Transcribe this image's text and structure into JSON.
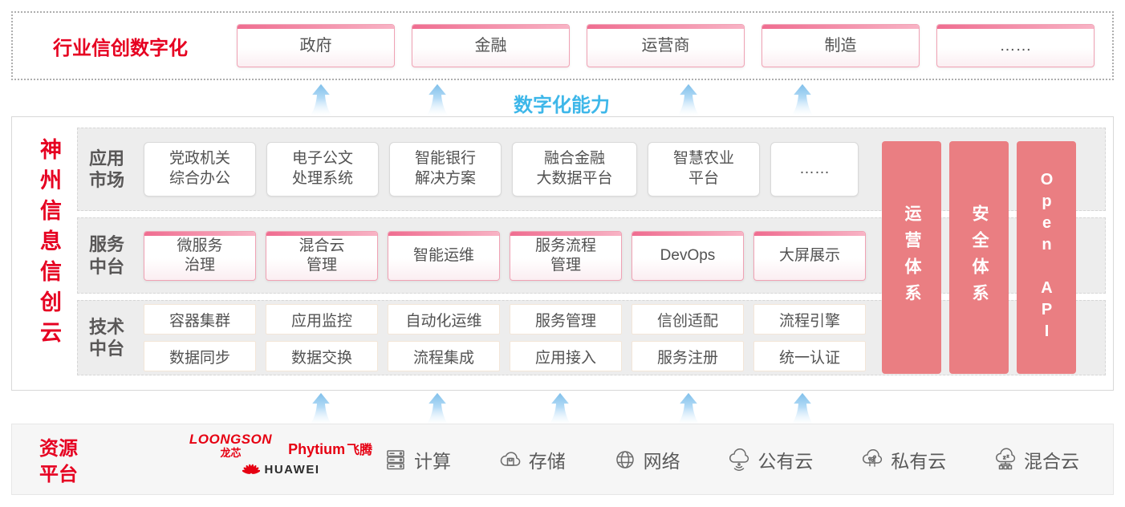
{
  "colors": {
    "brand_red": "#e60021",
    "pillar_salmon": "#ea7e82",
    "pink_border": "#f0a2b4",
    "capability_blue": "#3eb7e9",
    "arrow_blue": "#8ec6ee",
    "row_gray": "#ededed"
  },
  "top_section": {
    "title": "行业信创数字化",
    "industries": [
      {
        "label": "政府"
      },
      {
        "label": "金融"
      },
      {
        "label": "运营商"
      },
      {
        "label": "制造"
      },
      {
        "label": "……"
      }
    ]
  },
  "capability_label": "数字化能力",
  "main": {
    "vertical_title": "神州信息信创云",
    "rows": [
      {
        "label": "应用\n市场",
        "items": [
          "党政机关\n综合办公",
          "电子公文\n处理系统",
          "智能银行\n解决方案",
          "融合金融\n大数据平台",
          "智慧农业\n平台",
          "……"
        ]
      },
      {
        "label": "服务\n中台",
        "items": [
          "微服务\n治理",
          "混合云\n管理",
          "智能运维",
          "服务流程\n管理",
          "DevOps",
          "大屏展示"
        ]
      },
      {
        "label": "技术\n中台",
        "items_top": [
          "容器集群",
          "应用监控",
          "自动化运维",
          "服务管理",
          "信创适配",
          "流程引擎"
        ],
        "items_bottom": [
          "数据同步",
          "数据交换",
          "流程集成",
          "应用接入",
          "服务注册",
          "统一认证"
        ]
      }
    ],
    "pillars": [
      "运营体系",
      "安全体系",
      "Open API"
    ]
  },
  "resource_section": {
    "title": "资源\n平台",
    "vendors": {
      "loongson_name": "LOONGSON",
      "loongson_sub": "龙芯",
      "phytium_name": "Phytium",
      "phytium_sub": "飞腾",
      "huawei_name": "HUAWEI"
    },
    "resources": [
      {
        "icon": "compute-server-icon",
        "label": "计算"
      },
      {
        "icon": "storage-cloud-icon",
        "label": "存储"
      },
      {
        "icon": "network-globe-icon",
        "label": "网络"
      },
      {
        "icon": "public-cloud-icon",
        "label": "公有云"
      },
      {
        "icon": "private-cloud-icon",
        "label": "私有云"
      },
      {
        "icon": "hybrid-cloud-icon",
        "label": "混合云"
      }
    ]
  }
}
